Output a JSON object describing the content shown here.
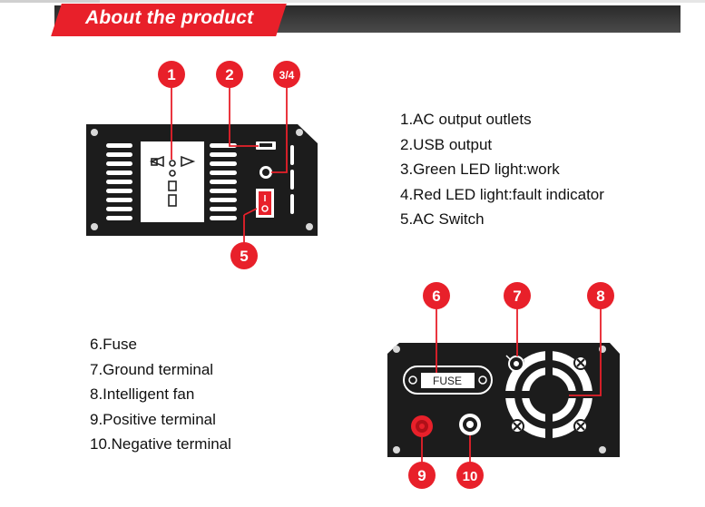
{
  "header": {
    "title": "About the product"
  },
  "callouts": {
    "c1": "1",
    "c2": "2",
    "c34": "3/4",
    "c5": "5",
    "c6": "6",
    "c7": "7",
    "c8": "8",
    "c9": "9",
    "c10": "10"
  },
  "fuse_label": "FUSE",
  "legend_front": [
    "1.AC output outlets",
    "2.USB output",
    "3.Green LED light:work",
    "4.Red LED light:fault indicator",
    "5.AC Switch"
  ],
  "legend_back": [
    "6.Fuse",
    "7.Ground terminal",
    "8.Intelligent fan",
    "9.Positive terminal",
    "10.Negative terminal"
  ],
  "colors": {
    "accent": "#e8202a",
    "panel": "#1c1c1c",
    "header_bar": "#3a3a3a"
  }
}
